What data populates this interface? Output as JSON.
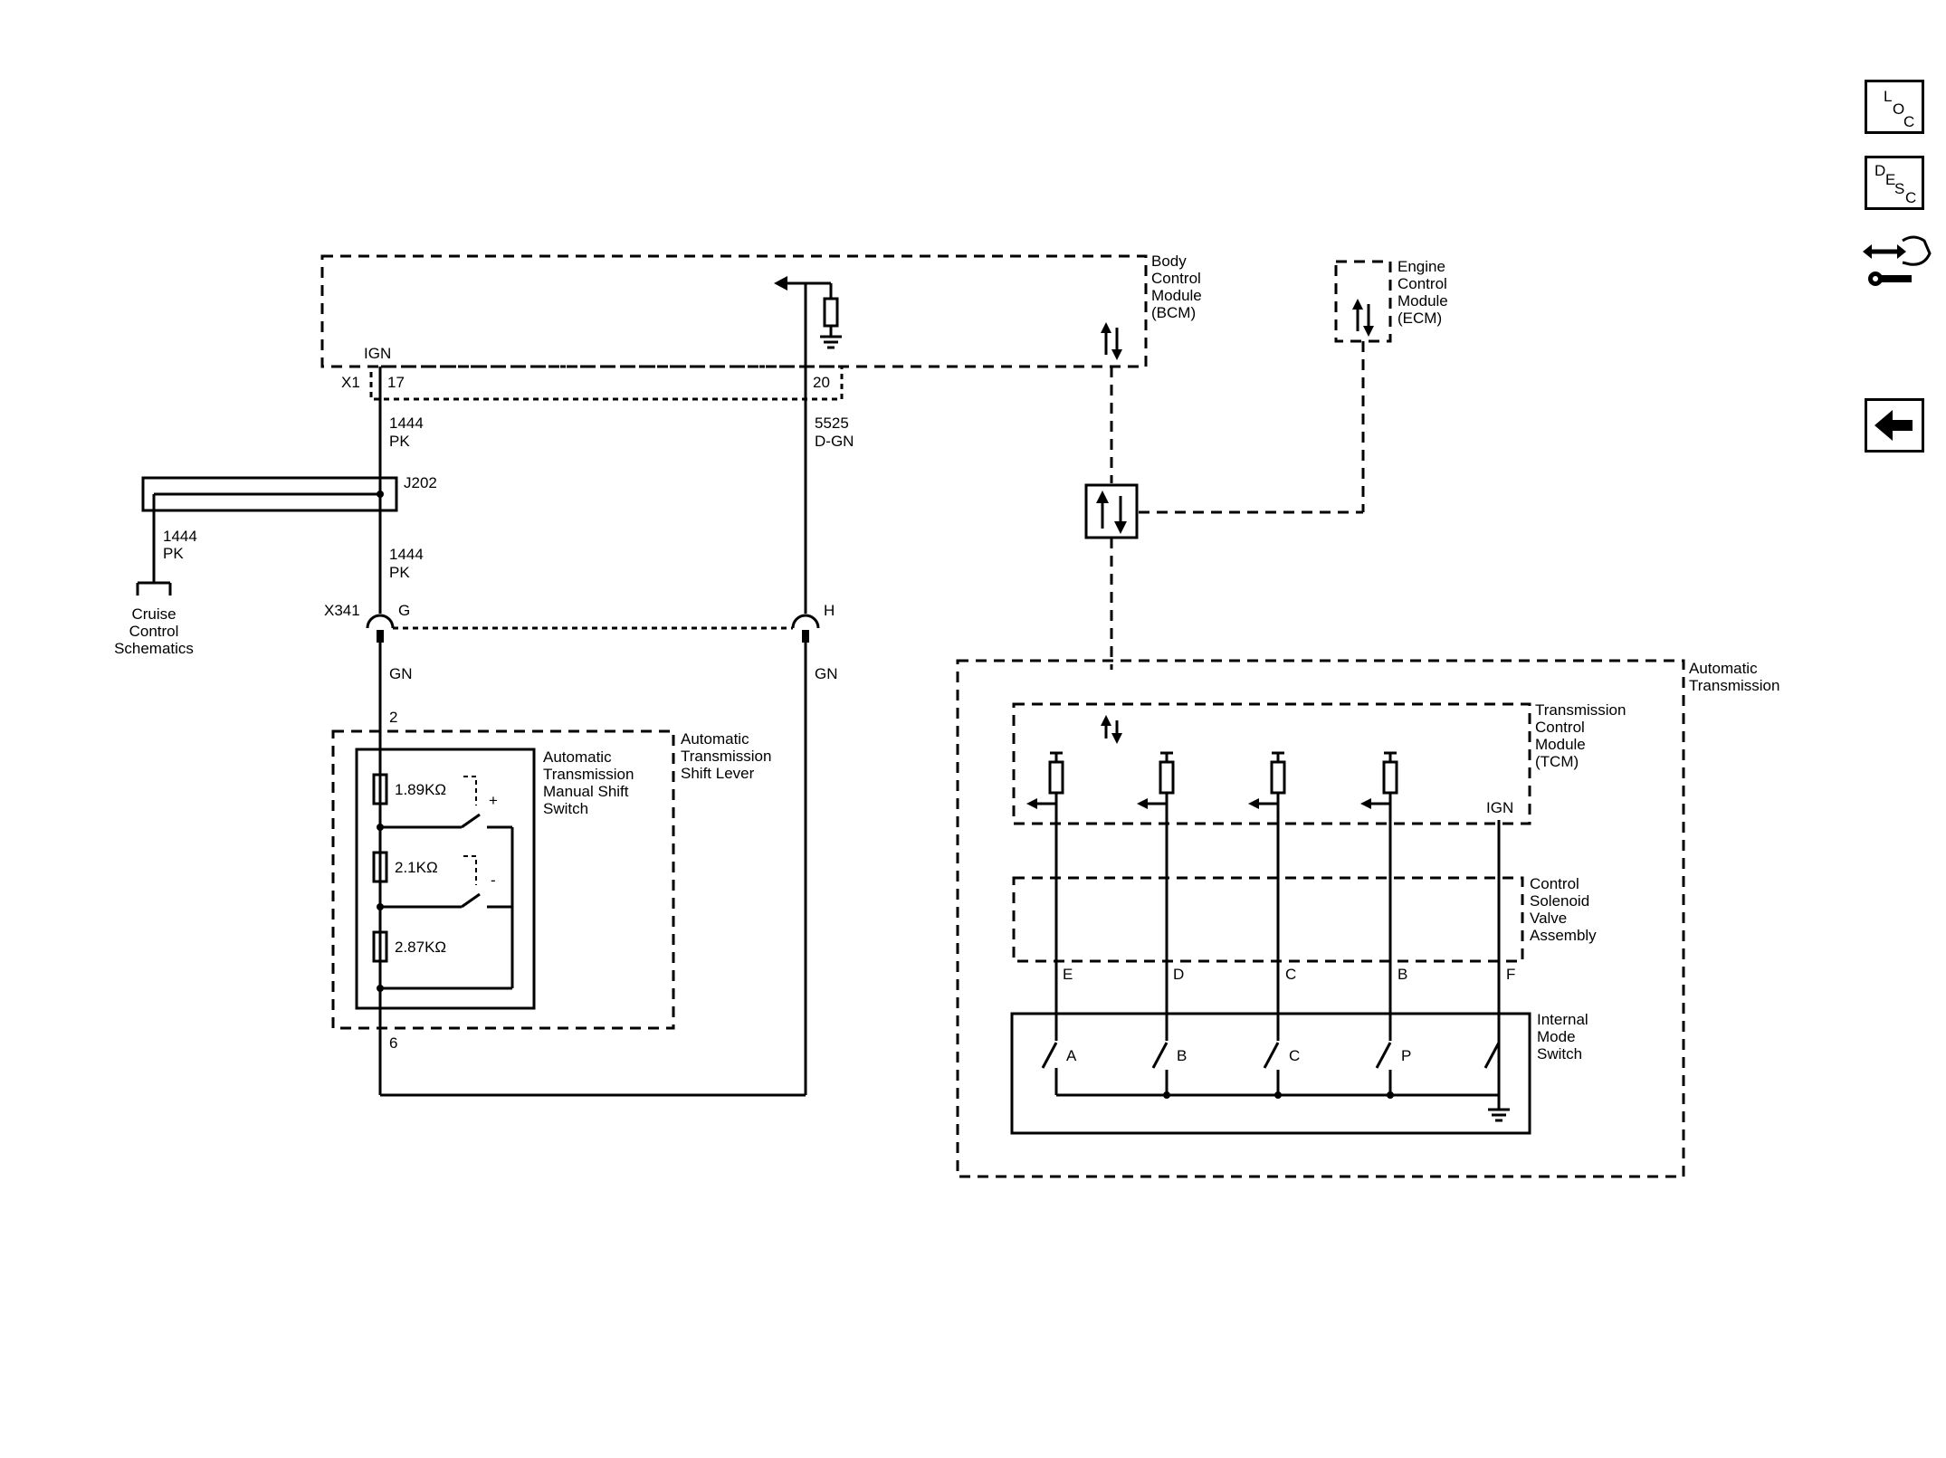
{
  "sidebar": {
    "loc": {
      "a": "L",
      "b": "O",
      "c": "C"
    },
    "desc": {
      "a": "D",
      "b": "E",
      "c": "S",
      "d": "C"
    }
  },
  "bcm": {
    "name": [
      "Body",
      "Control",
      "Module",
      "(BCM)"
    ],
    "ign": "IGN",
    "connector": "X1",
    "pin_a": "17",
    "pin_b": "20"
  },
  "ecm": {
    "name": [
      "Engine",
      "Control",
      "Module",
      "(ECM)"
    ]
  },
  "wires": {
    "w1444_top": [
      "1444",
      "PK"
    ],
    "w5525": [
      "5525",
      "D-GN"
    ],
    "w1444_cruise": [
      "1444",
      "PK"
    ],
    "w1444_mid": [
      "1444",
      "PK"
    ],
    "gn_left": "GN",
    "gn_right": "GN"
  },
  "splice": "J202",
  "cruise": [
    "Cruise",
    "Control",
    "Schematics"
  ],
  "x341": {
    "connector": "X341",
    "pin_g": "G",
    "pin_h": "H"
  },
  "shift_lever": {
    "name": [
      "Automatic",
      "Transmission",
      "Shift Lever"
    ],
    "switch_name": [
      "Automatic",
      "Transmission",
      "Manual Shift",
      "Switch"
    ],
    "pin_top": "2",
    "pin_bottom": "6",
    "r1": "1.89KΩ",
    "r2": "2.1KΩ",
    "r3": "2.87KΩ",
    "plus": "+",
    "minus": "-"
  },
  "auto_trans": {
    "name": [
      "Automatic",
      "Transmission"
    ],
    "tcm": [
      "Transmission",
      "Control",
      "Module",
      "(TCM)"
    ],
    "tcm_ign": "IGN",
    "csva": [
      "Control",
      "Solenoid",
      "Valve",
      "Assembly"
    ],
    "csva_pins": [
      "E",
      "D",
      "C",
      "B",
      "F"
    ],
    "ims": [
      "Internal",
      "Mode",
      "Switch"
    ],
    "ims_contacts": [
      "A",
      "B",
      "C",
      "P"
    ]
  }
}
